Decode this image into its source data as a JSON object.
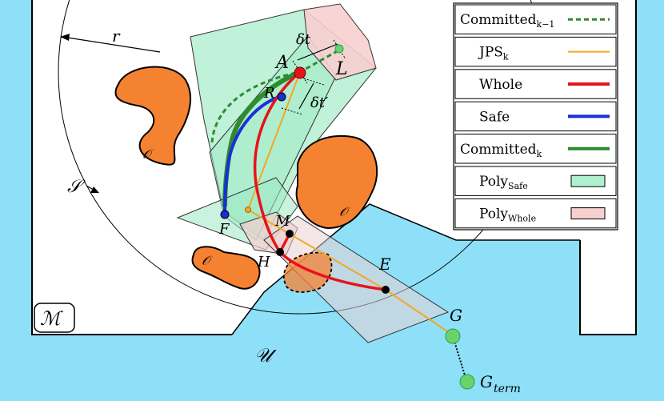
{
  "labels": {
    "r": "r",
    "dt": "δt",
    "dtp": "δt′",
    "A": "A",
    "L": "L",
    "R": "R",
    "S": "𝒮",
    "O1": "𝒪",
    "O2": "𝒪",
    "O3": "𝒪",
    "F": "F",
    "M": "M",
    "H": "H",
    "E": "E",
    "G": "G",
    "Gterm_main": "G",
    "Gterm_sub": "term",
    "Mset": "ℳ",
    "U": "𝒰"
  },
  "legend": [
    {
      "main": "Committed",
      "sub": "k−1",
      "style": "dashed-green"
    },
    {
      "main": "JPS",
      "sub": "k",
      "style": "orange-line"
    },
    {
      "main": "Whole",
      "sub": "",
      "style": "red-line"
    },
    {
      "main": "Safe",
      "sub": "",
      "style": "blue-line"
    },
    {
      "main": "Committed",
      "sub": "k",
      "style": "green-line"
    },
    {
      "main": "Poly",
      "sub": "Safe",
      "style": "green-box"
    },
    {
      "main": "Poly",
      "sub": "Whole",
      "style": "pink-box"
    }
  ],
  "colors": {
    "unknown_space": "#8ee0f8",
    "obstacle": "#f58231",
    "poly_safe": "#aef0cf",
    "poly_whole": "#f7cfcf",
    "committed": "#2e8b2e",
    "whole": "#e8121a",
    "safe": "#1a2fd6",
    "jps": "#f5a623",
    "goal": "#6fd16a"
  }
}
